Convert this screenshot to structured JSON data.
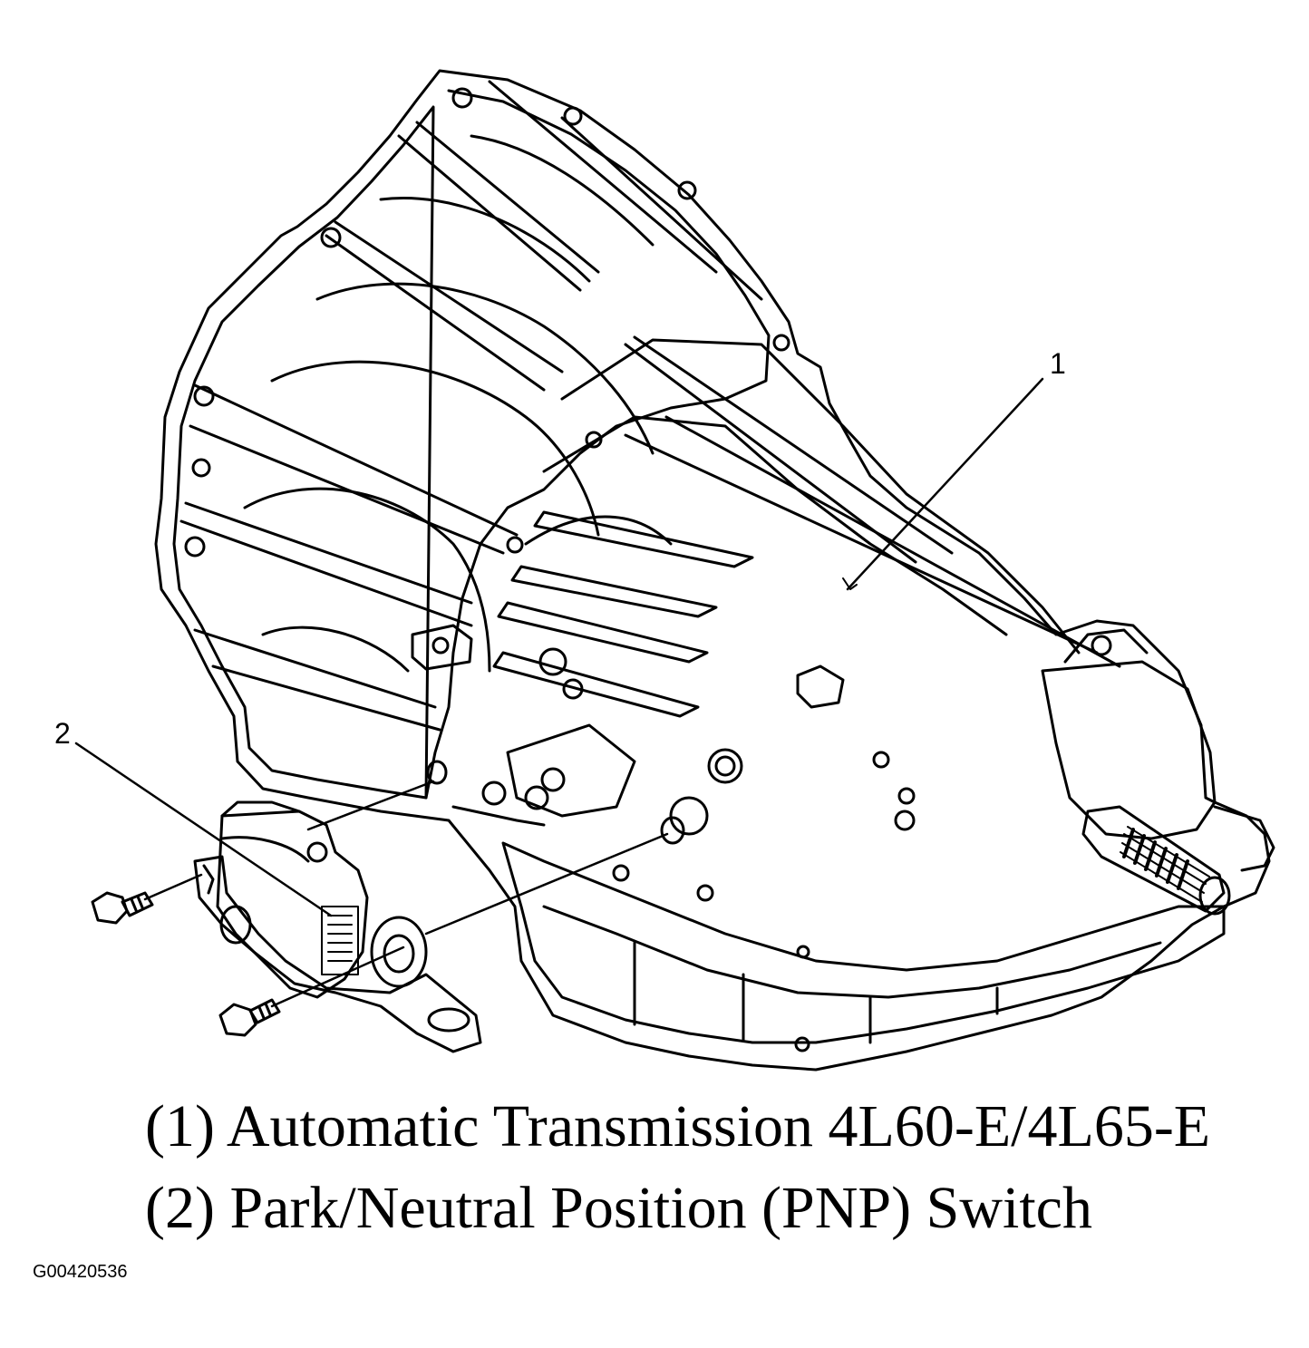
{
  "callouts": [
    {
      "num": "1"
    },
    {
      "num": "2"
    }
  ],
  "legend": [
    {
      "text": "(1) Automatic Transmission 4L60-E/4L65-E"
    },
    {
      "text": "(2) Park/Neutral Position (PNP) Switch"
    }
  ],
  "figure_id": "G00420536"
}
